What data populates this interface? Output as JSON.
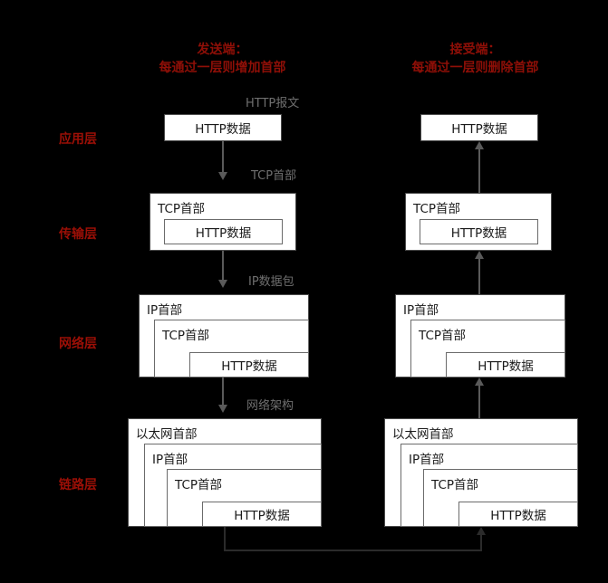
{
  "diagram": {
    "title_sender": "发送端：",
    "subtitle_sender": "每通过一层则增加首部",
    "title_receiver": "接受端：",
    "subtitle_receiver": "每通过一层则删除首部",
    "colors": {
      "background": "#000000",
      "heading_red": "#8f0f07",
      "layer_label_red": "#9c0f06",
      "annotation_gray": "#6f6f6f",
      "box_fill": "#ffffff",
      "box_border": "#6b6b6b",
      "connector": "#5a5a5a"
    },
    "layers": [
      {
        "name": "应用层"
      },
      {
        "name": "传输层"
      },
      {
        "name": "网络层"
      },
      {
        "name": "链路层"
      }
    ],
    "annotations": [
      {
        "text": "HTTP报文"
      },
      {
        "text": "TCP首部"
      },
      {
        "text": "IP数据包"
      },
      {
        "text": "网络架构"
      }
    ],
    "headers": {
      "http_data": "HTTP数据",
      "tcp_header": "TCP首部",
      "ip_header": "IP首部",
      "ethernet_header": "以太网首部"
    },
    "sender_stack": [
      {
        "layer": "应用层",
        "parts": [
          "HTTP数据"
        ]
      },
      {
        "layer": "传输层",
        "parts": [
          "TCP首部",
          "HTTP数据"
        ]
      },
      {
        "layer": "网络层",
        "parts": [
          "IP首部",
          "TCP首部",
          "HTTP数据"
        ]
      },
      {
        "layer": "链路层",
        "parts": [
          "以太网首部",
          "IP首部",
          "TCP首部",
          "HTTP数据"
        ]
      }
    ],
    "receiver_stack": [
      {
        "layer": "应用层",
        "parts": [
          "HTTP数据"
        ]
      },
      {
        "layer": "传输层",
        "parts": [
          "TCP首部",
          "HTTP数据"
        ]
      },
      {
        "layer": "网络层",
        "parts": [
          "IP首部",
          "TCP首部",
          "HTTP数据"
        ]
      },
      {
        "layer": "链路层",
        "parts": [
          "以太网首部",
          "IP首部",
          "TCP首部",
          "HTTP数据"
        ]
      }
    ]
  }
}
